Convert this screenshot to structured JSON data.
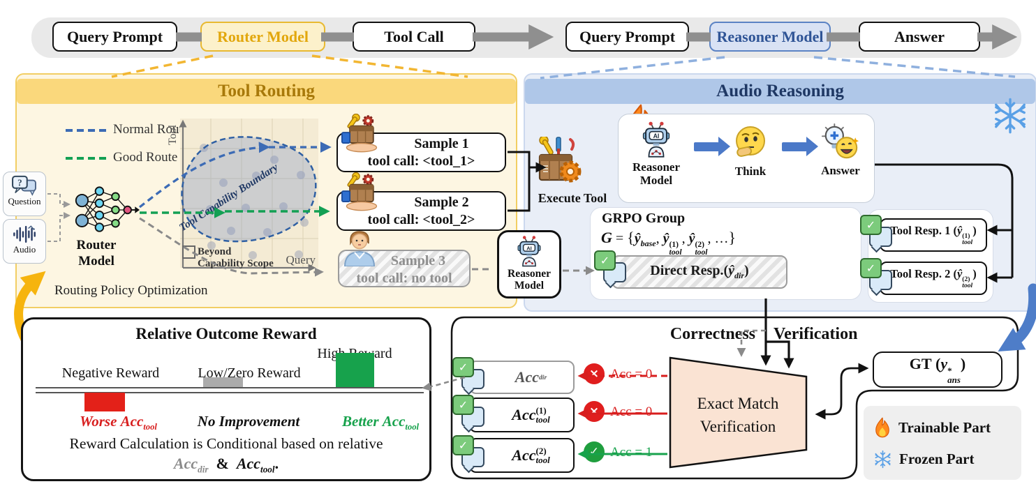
{
  "flow": {
    "steps": [
      "Query Prompt",
      "Router Model",
      "Tool Call",
      "Query Prompt",
      "Reasoner Model",
      "Answer"
    ]
  },
  "icons": {
    "check": "✓",
    "cross": "×",
    "ai": "AI",
    "question": "?"
  },
  "punct": {
    "open": "(",
    "close": ")"
  },
  "routing": {
    "title": "Tool Routing",
    "legend_normal": "Normal Route",
    "legend_good": "Good Route",
    "input_question": "Question",
    "input_audio": "Audio",
    "router_line1": "Router",
    "router_line2": "Model",
    "plot": {
      "ylabel": "Tool",
      "xlabel": "Query",
      "boundary": "Tool Capability Boundary",
      "beyond_line1": "Beyond",
      "beyond_line2": "Capability Scope"
    },
    "samples": [
      {
        "name": "Sample 1",
        "call": "tool call: <tool_1>"
      },
      {
        "name": "Sample 2",
        "call": "tool call: <tool_2>"
      },
      {
        "name": "Sample 3",
        "call": "tool call: no tool"
      }
    ],
    "footer": "Routing Policy Optimization"
  },
  "reasoner": {
    "line1": "Reasoner",
    "line2": "Model"
  },
  "audio": {
    "title": "Audio Reasoning",
    "execute": "Execute Tool",
    "think": "Think",
    "answer": "Answer",
    "grpo": {
      "title": "GRPO Group",
      "g": "G",
      "eq": "=",
      "open": "{",
      "close": "}",
      "yhat": "ŷ",
      "sub_base": "base",
      "sub_tool": "tool",
      "sup1": "(1)",
      "sup2": "(2)",
      "comma": ",",
      "dots": "…"
    },
    "direct": {
      "label": "Direct Resp.",
      "yhat": "ŷ",
      "sub": "dir"
    },
    "tool_resps": [
      {
        "label": "Tool Resp. 1"
      },
      {
        "label": "Tool Resp. 2"
      }
    ]
  },
  "verification": {
    "title_left": "Correctness",
    "title_right": "Verification",
    "trap_line1": "Exact Match",
    "trap_line2": "Verification",
    "acc": "Acc",
    "rows": [
      {
        "sub": "dir",
        "sup": ""
      },
      {
        "sub": "tool",
        "sup": "(1)"
      },
      {
        "sub": "tool",
        "sup": "(2)"
      }
    ],
    "results": [
      "Acc = 0",
      "Acc = 0",
      "Acc = 1"
    ],
    "gt": {
      "label": "GT",
      "y": "y",
      "star": "*",
      "sub": "ans"
    }
  },
  "reward": {
    "title": "Relative Outcome Reward",
    "high": "High Reward",
    "negative": "Negative Reward",
    "lowzero": "Low/Zero Reward",
    "worse": "Worse",
    "noimp": "No Improvement",
    "better": "Better",
    "acc": "Acc",
    "sub_tool": "tool",
    "sub_dir": "dir",
    "line1": "Reward Calculation is Conditional based on relative",
    "amp": "&",
    "period": "."
  },
  "keylegend": {
    "trainable": "Trainable Part",
    "frozen": "Frozen Part"
  }
}
